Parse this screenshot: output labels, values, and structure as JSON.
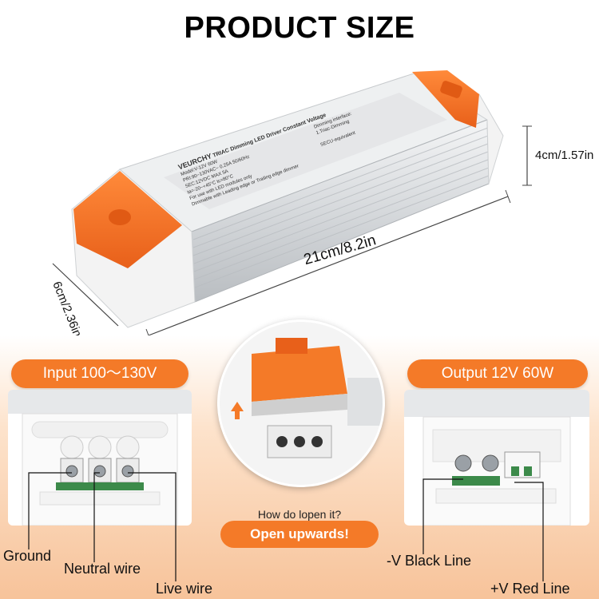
{
  "header": {
    "title": "PRODUCT SIZE"
  },
  "product": {
    "brand": "VEURCHY",
    "subtitle": "TRIAC Dimming LED Driver Constant Voltage",
    "model": "Model:V-12V 60W",
    "spec_pri": "PRI:90~130VAC~ 0.25A 50/60Hz",
    "spec_sec": "SEC:12VDC  MAX 5A",
    "spec_temp": "ta=-20~+45°C  tc=80°C",
    "spec_note1": "For use with LED modules only",
    "spec_note2": "Dimmable with Leading edge or Trailing edge dimmer",
    "dimming_interface": "Dimming interface:",
    "dimming_type": "1.Triac-Dimming",
    "secu": "SECU-equivalent"
  },
  "dimensions": {
    "length": "21cm/8.2in",
    "width": "6cm/2.36in",
    "height": "4cm/1.57in"
  },
  "input_panel": {
    "label": "Input 100〜130V"
  },
  "output_panel": {
    "label": "Output 12V 60W"
  },
  "open_hint": {
    "question": "How do lopen it?",
    "button": "Open upwards!"
  },
  "wires": {
    "ground": "Ground",
    "neutral": "Neutral wire",
    "live": "Live wire",
    "black": "-V Black Line",
    "red": "+V Red Line"
  },
  "colors": {
    "accent": "#f47a28",
    "casing": "#d9dcdf",
    "text": "#111111"
  }
}
